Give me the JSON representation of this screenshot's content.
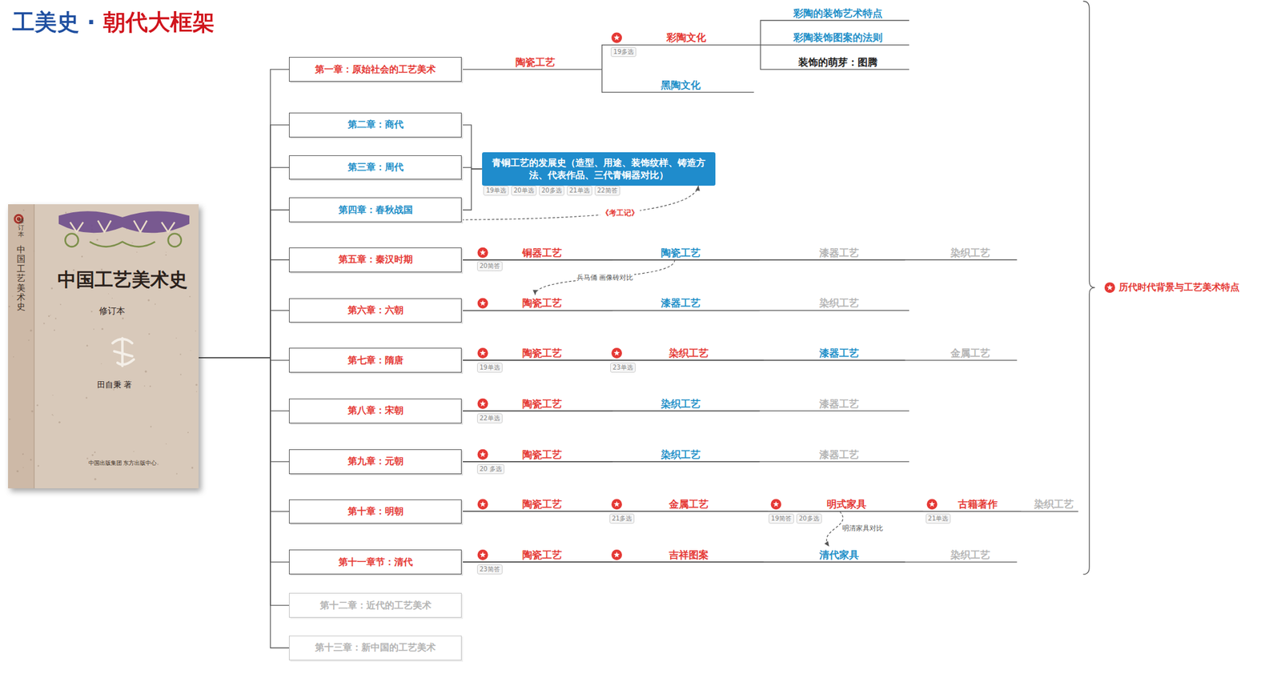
{
  "diagram": {
    "title": "工美史 · 朝代大框架",
    "nodes": [
      {
        "text": [
          "中国工艺美术史",
          "修订本",
          "田自秉 著"
        ]
      },
      {
        "text": [
          "第一章：原始社会的工艺美术"
        ]
      },
      {
        "text": [
          "陶瓷工艺"
        ]
      },
      {
        "text": [
          "彩陶文化"
        ]
      },
      {
        "text": [
          "彩陶的装饰艺术特点"
        ]
      },
      {
        "text": [
          "彩陶装饰图案的法则"
        ]
      },
      {
        "text": [
          "装饰的萌芽：图腾"
        ]
      },
      {
        "text": [
          "黑陶文化"
        ]
      },
      {
        "text": [
          "第二章：商代"
        ]
      },
      {
        "text": [
          "第三章：周代"
        ]
      },
      {
        "text": [
          "第四章：春秋战国"
        ]
      },
      {
        "text": [
          "青铜工艺的发展史（造型、用途、装饰纹样、铸造方法、代表作品、三代青铜器对比）"
        ]
      },
      {
        "text": [
          "第五章：秦汉时期"
        ]
      },
      {
        "text": [
          "铜器工艺"
        ]
      },
      {
        "text": [
          "陶瓷工艺"
        ]
      },
      {
        "text": [
          "漆器工艺"
        ]
      },
      {
        "text": [
          "染织工艺"
        ]
      },
      {
        "text": [
          "第六章：六朝"
        ]
      },
      {
        "text": [
          "陶瓷工艺"
        ]
      },
      {
        "text": [
          "漆器工艺"
        ]
      },
      {
        "text": [
          "染织工艺"
        ]
      },
      {
        "text": [
          "第七章：隋唐"
        ]
      },
      {
        "text": [
          "陶瓷工艺"
        ]
      },
      {
        "text": [
          "染织工艺"
        ]
      },
      {
        "text": [
          "漆器工艺"
        ]
      },
      {
        "text": [
          "金属工艺"
        ]
      },
      {
        "text": [
          "第八章：宋朝"
        ]
      },
      {
        "text": [
          "陶瓷工艺"
        ]
      },
      {
        "text": [
          "染织工艺"
        ]
      },
      {
        "text": [
          "漆器工艺"
        ]
      },
      {
        "text": [
          "第九章：元朝"
        ]
      },
      {
        "text": [
          "陶瓷工艺"
        ]
      },
      {
        "text": [
          "染织工艺"
        ]
      },
      {
        "text": [
          "漆器工艺"
        ]
      },
      {
        "text": [
          "第十章：明朝"
        ]
      },
      {
        "text": [
          "陶瓷工艺"
        ]
      },
      {
        "text": [
          "金属工艺"
        ]
      },
      {
        "text": [
          "明式家具"
        ]
      },
      {
        "text": [
          "古籍著作"
        ]
      },
      {
        "text": [
          "染织工艺"
        ]
      },
      {
        "text": [
          "第十一章节：清代"
        ]
      },
      {
        "text": [
          "陶瓷工艺"
        ]
      },
      {
        "text": [
          "吉祥图案"
        ]
      },
      {
        "text": [
          "清代家具"
        ]
      },
      {
        "text": [
          "染织工艺"
        ]
      },
      {
        "text": [
          "第十二章：近代的工艺美术"
        ]
      },
      {
        "text": [
          "第十三章：新中国的工艺美术"
        ]
      },
      {
        "text": [
          "历代时代背景与工艺美术特点"
        ]
      }
    ],
    "edges": [
      {
        "from": 0,
        "to": 1,
        "arrow": "none"
      },
      {
        "from": 0,
        "to": 8,
        "arrow": "none"
      },
      {
        "from": 0,
        "to": 9,
        "arrow": "none"
      },
      {
        "from": 0,
        "to": 10,
        "arrow": "none"
      },
      {
        "from": 0,
        "to": 12,
        "arrow": "none"
      },
      {
        "from": 0,
        "to": 17,
        "arrow": "none"
      },
      {
        "from": 0,
        "to": 21,
        "arrow": "none"
      },
      {
        "from": 0,
        "to": 26,
        "arrow": "none"
      },
      {
        "from": 0,
        "to": 30,
        "arrow": "none"
      },
      {
        "from": 0,
        "to": 34,
        "arrow": "none"
      },
      {
        "from": 0,
        "to": 40,
        "arrow": "none"
      },
      {
        "from": 0,
        "to": 45,
        "arrow": "none"
      },
      {
        "from": 0,
        "to": 46,
        "arrow": "none"
      },
      {
        "from": 1,
        "to": 2,
        "arrow": "none"
      },
      {
        "from": 2,
        "to": 3,
        "arrow": "none"
      },
      {
        "from": 2,
        "to": 7,
        "arrow": "none"
      },
      {
        "from": 3,
        "to": 4,
        "arrow": "none"
      },
      {
        "from": 3,
        "to": 5,
        "arrow": "none"
      },
      {
        "from": 3,
        "to": 6,
        "arrow": "none"
      },
      {
        "from": 8,
        "to": 11,
        "arrow": "none"
      },
      {
        "from": 9,
        "to": 11,
        "arrow": "none"
      },
      {
        "from": 10,
        "to": 11,
        "arrow": "none"
      },
      {
        "from": 10,
        "to": 11,
        "label": "《考工记》",
        "arrow": "to"
      },
      {
        "from": 12,
        "to": 13,
        "arrow": "none"
      },
      {
        "from": 12,
        "to": 14,
        "arrow": "none"
      },
      {
        "from": 12,
        "to": 15,
        "arrow": "none"
      },
      {
        "from": 12,
        "to": 16,
        "arrow": "none"
      },
      {
        "from": 14,
        "to": 18,
        "label": "兵马俑 画像砖对比",
        "arrow": "to"
      },
      {
        "from": 17,
        "to": 18,
        "arrow": "none"
      },
      {
        "from": 17,
        "to": 19,
        "arrow": "none"
      },
      {
        "from": 17,
        "to": 20,
        "arrow": "none"
      },
      {
        "from": 21,
        "to": 22,
        "arrow": "none"
      },
      {
        "from": 21,
        "to": 23,
        "arrow": "none"
      },
      {
        "from": 21,
        "to": 24,
        "arrow": "none"
      },
      {
        "from": 21,
        "to": 25,
        "arrow": "none"
      },
      {
        "from": 26,
        "to": 27,
        "arrow": "none"
      },
      {
        "from": 26,
        "to": 28,
        "arrow": "none"
      },
      {
        "from": 26,
        "to": 29,
        "arrow": "none"
      },
      {
        "from": 30,
        "to": 31,
        "arrow": "none"
      },
      {
        "from": 30,
        "to": 32,
        "arrow": "none"
      },
      {
        "from": 30,
        "to": 33,
        "arrow": "none"
      },
      {
        "from": 34,
        "to": 35,
        "arrow": "none"
      },
      {
        "from": 34,
        "to": 36,
        "arrow": "none"
      },
      {
        "from": 34,
        "to": 37,
        "arrow": "none"
      },
      {
        "from": 34,
        "to": 38,
        "arrow": "none"
      },
      {
        "from": 34,
        "to": 39,
        "arrow": "none"
      },
      {
        "from": 37,
        "to": 43,
        "label": "明清家具对比",
        "arrow": "to"
      },
      {
        "from": 40,
        "to": 41,
        "arrow": "none"
      },
      {
        "from": 40,
        "to": 42,
        "arrow": "none"
      },
      {
        "from": 40,
        "to": 43,
        "arrow": "none"
      },
      {
        "from": 40,
        "to": 44,
        "arrow": "none"
      }
    ],
    "labels": [
      "修订本",
      "中国工艺美术史",
      "中国出版集团 东方出版中心",
      "19多选",
      "19单选",
      "20单选",
      "20多选",
      "21单选",
      "22简答",
      "20简答",
      "19单选",
      "23单选",
      "22单选",
      "20 多选",
      "21多选",
      "19简答",
      "20多选",
      "21单选",
      "23简答"
    ]
  }
}
